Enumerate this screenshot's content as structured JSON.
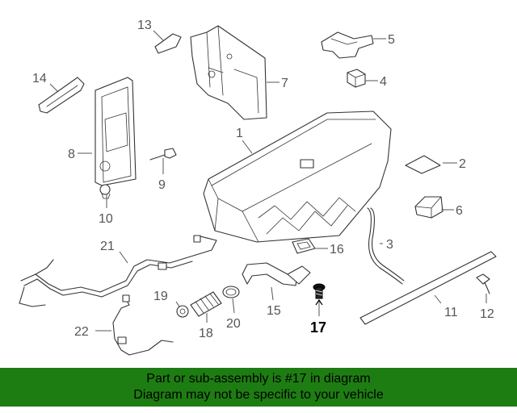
{
  "diagram": {
    "callouts": {
      "c1": "1",
      "c2": "2",
      "c3": "3",
      "c4": "4",
      "c5": "5",
      "c6": "6",
      "c7": "7",
      "c8": "8",
      "c9": "9",
      "c10": "10",
      "c11": "11",
      "c12": "12",
      "c13": "13",
      "c14": "14",
      "c15": "15",
      "c16": "16",
      "c17": "17",
      "c18": "18",
      "c19": "19",
      "c20": "20",
      "c21": "21",
      "c22": "22"
    },
    "highlighted_part": "17"
  },
  "banner": {
    "line1": "Part or sub-assembly is #17 in diagram",
    "line2": "Diagram may not be specific to your vehicle"
  },
  "colors": {
    "banner_background": "#1e7d12",
    "line_art": "#333333",
    "callout_text": "#555555",
    "highlight_text": "#000000"
  }
}
